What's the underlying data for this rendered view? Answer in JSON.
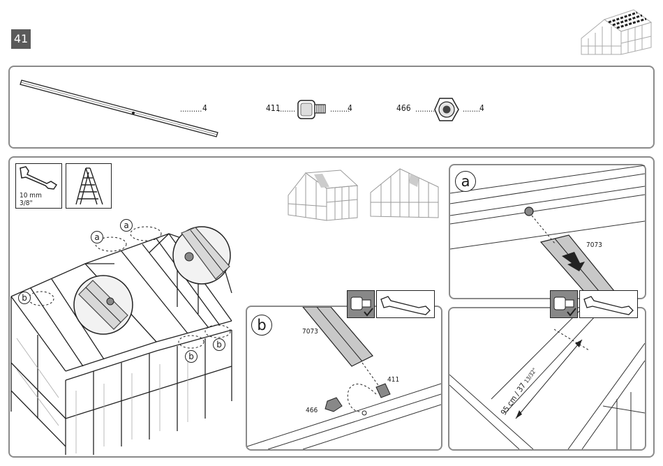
{
  "step": {
    "number": "41"
  },
  "parts": [
    {
      "id": "rail",
      "label": "",
      "qty": "4"
    },
    {
      "id": "bolt",
      "label": "411",
      "qty": "4"
    },
    {
      "id": "nut",
      "label": "466",
      "qty": "4"
    }
  ],
  "tools": {
    "wrench_size_mm": "10 mm",
    "wrench_size_in": "3/8\""
  },
  "callouts": {
    "a": "a",
    "b": "b"
  },
  "detail_a": {
    "letter": "a",
    "part_code": "7073"
  },
  "detail_b": {
    "letter": "b",
    "part_code": "7073",
    "bolt_code": "411",
    "nut_code": "466"
  },
  "detail_c": {
    "measurement": "95 cm / 37 ",
    "measurement_fraction": "13/32\""
  },
  "icons": {
    "step_badge": "step-number-badge",
    "wrench": "wrench-icon",
    "ladder": "ladder-icon",
    "greenhouse": "greenhouse-icon",
    "bolt": "bolt-icon",
    "nut": "nut-icon",
    "check": "check-icon",
    "arrow": "push-arrow-icon"
  }
}
